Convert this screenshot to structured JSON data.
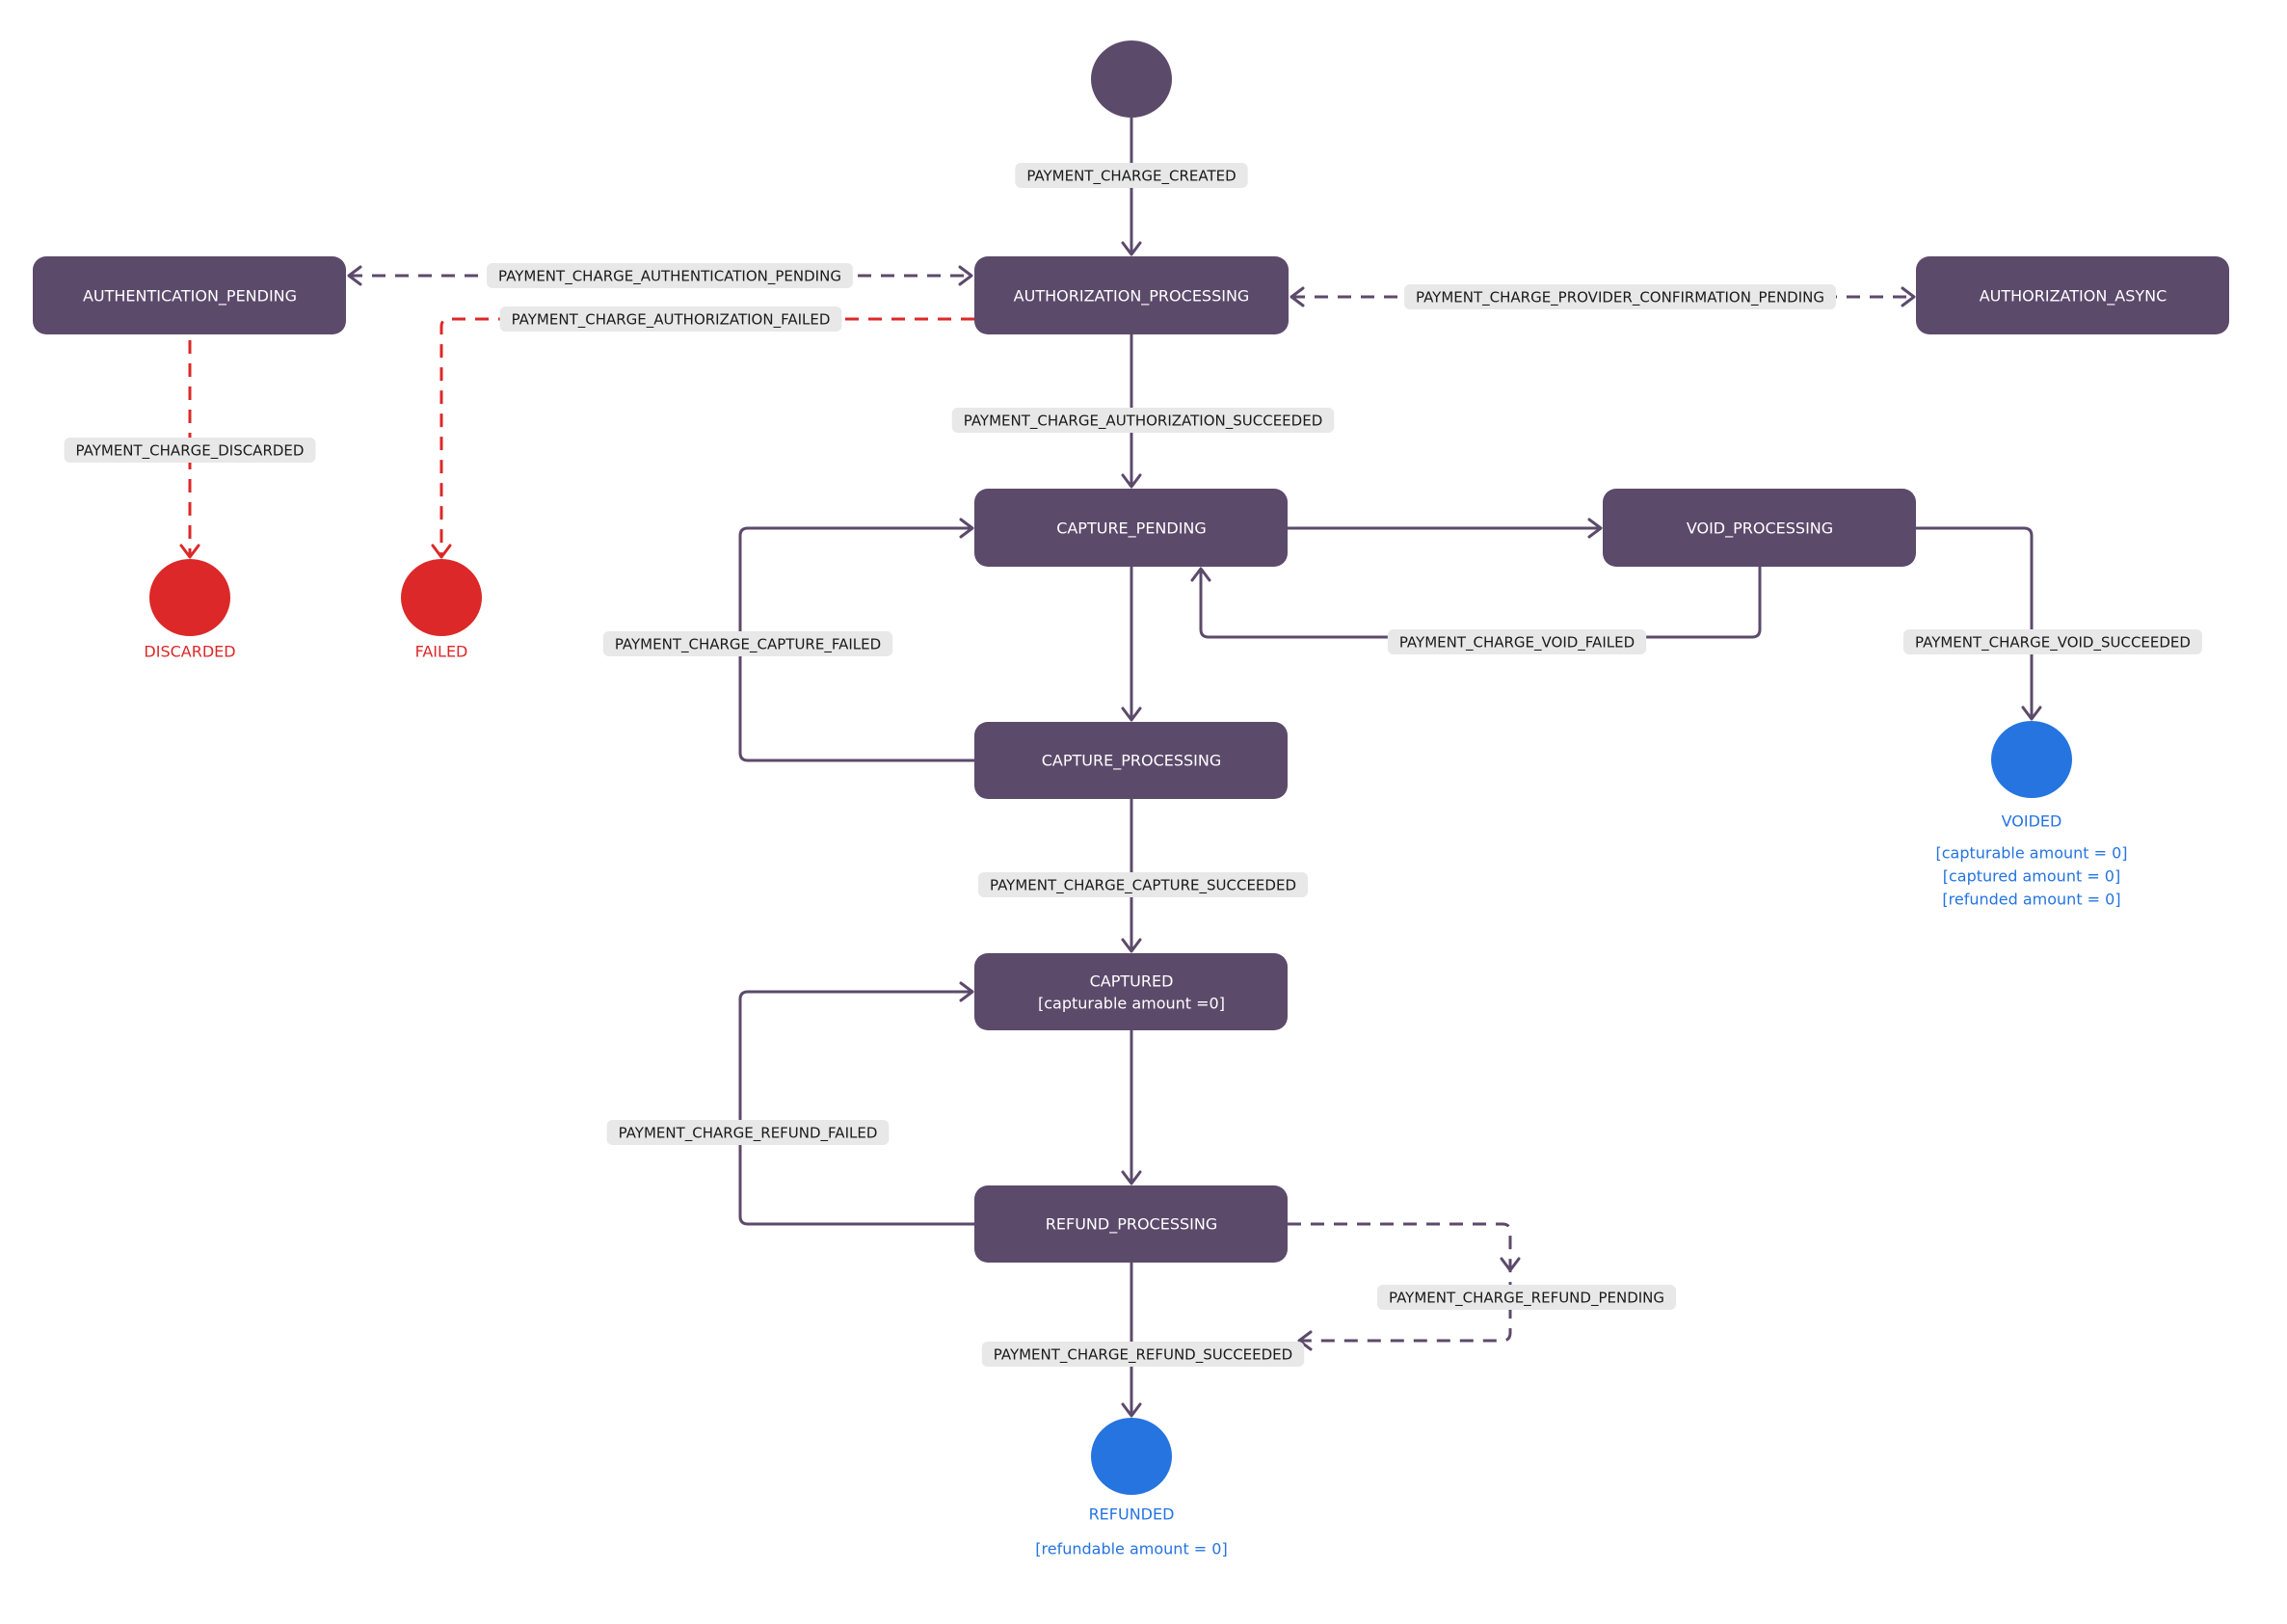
{
  "diagram": {
    "type": "state-machine",
    "colors": {
      "state": "#5c4a6b",
      "state_text": "#ffffff",
      "edge": "#5c4a6b",
      "error": "#dc2828",
      "success": "#2574e0",
      "label_bg": "#e8e8e8",
      "label_text": "#1a1a1a"
    },
    "states": {
      "start": {
        "label": ""
      },
      "authentication_pending": {
        "label": "AUTHENTICATION_PENDING"
      },
      "authorization_processing": {
        "label": "AUTHORIZATION_PROCESSING"
      },
      "authorization_async": {
        "label": "AUTHORIZATION_ASYNC"
      },
      "capture_pending": {
        "label": "CAPTURE_PENDING"
      },
      "void_processing": {
        "label": "VOID_PROCESSING"
      },
      "capture_processing": {
        "label": "CAPTURE_PROCESSING"
      },
      "captured": {
        "label": "CAPTURED",
        "note": "[capturable amount =0]"
      },
      "refund_processing": {
        "label": "REFUND_PROCESSING"
      }
    },
    "terminals": {
      "discarded": {
        "label": "DISCARDED",
        "kind": "error",
        "notes": []
      },
      "failed": {
        "label": "FAILED",
        "kind": "error",
        "notes": []
      },
      "voided": {
        "label": "VOIDED",
        "kind": "success",
        "notes": [
          "[capturable amount = 0]",
          "[captured amount = 0]",
          "[refunded amount = 0]"
        ]
      },
      "refunded": {
        "label": "REFUNDED",
        "kind": "success",
        "notes": [
          "[refundable amount = 0]"
        ]
      }
    },
    "transitions": {
      "created": {
        "label": "PAYMENT_CHARGE_CREATED",
        "from": "start",
        "to": "authorization_processing",
        "style": "solid"
      },
      "authentication_pending": {
        "label": "PAYMENT_CHARGE_AUTHENTICATION_PENDING",
        "from": "authorization_processing",
        "to": "authentication_pending",
        "style": "dashed",
        "bidirectional": true
      },
      "authorization_failed": {
        "label": "PAYMENT_CHARGE_AUTHORIZATION_FAILED",
        "from": "authorization_processing",
        "to": "failed",
        "style": "dashed-red"
      },
      "provider_confirmation_pending": {
        "label": "PAYMENT_CHARGE_PROVIDER_CONFIRMATION_PENDING",
        "from": "authorization_processing",
        "to": "authorization_async",
        "style": "dashed",
        "bidirectional": true
      },
      "discarded": {
        "label": "PAYMENT_CHARGE_DISCARDED",
        "from": "authentication_pending",
        "to": "discarded",
        "style": "dashed-red"
      },
      "authorization_succeeded": {
        "label": "PAYMENT_CHARGE_AUTHORIZATION_SUCCEEDED",
        "from": "authorization_processing",
        "to": "capture_pending",
        "style": "solid"
      },
      "capture_pending_to_void": {
        "label": "",
        "from": "capture_pending",
        "to": "void_processing",
        "style": "solid"
      },
      "void_failed": {
        "label": "PAYMENT_CHARGE_VOID_FAILED",
        "from": "void_processing",
        "to": "capture_pending",
        "style": "solid"
      },
      "void_succeeded": {
        "label": "PAYMENT_CHARGE_VOID_SUCCEEDED",
        "from": "void_processing",
        "to": "voided",
        "style": "solid"
      },
      "capture_pending_to_processing": {
        "label": "",
        "from": "capture_pending",
        "to": "capture_processing",
        "style": "solid"
      },
      "capture_failed": {
        "label": "PAYMENT_CHARGE_CAPTURE_FAILED",
        "from": "capture_processing",
        "to": "capture_pending",
        "style": "solid"
      },
      "capture_succeeded": {
        "label": "PAYMENT_CHARGE_CAPTURE_SUCCEEDED",
        "from": "capture_processing",
        "to": "captured",
        "style": "solid"
      },
      "captured_to_refund": {
        "label": "",
        "from": "captured",
        "to": "refund_processing",
        "style": "solid"
      },
      "refund_failed": {
        "label": "PAYMENT_CHARGE_REFUND_FAILED",
        "from": "refund_processing",
        "to": "captured",
        "style": "solid"
      },
      "refund_pending": {
        "label": "PAYMENT_CHARGE_REFUND_PENDING",
        "from": "refund_processing",
        "to": "refund_processing",
        "style": "dashed"
      },
      "refund_succeeded": {
        "label": "PAYMENT_CHARGE_REFUND_SUCCEEDED",
        "from": "refund_processing",
        "to": "refunded",
        "style": "solid"
      }
    }
  }
}
